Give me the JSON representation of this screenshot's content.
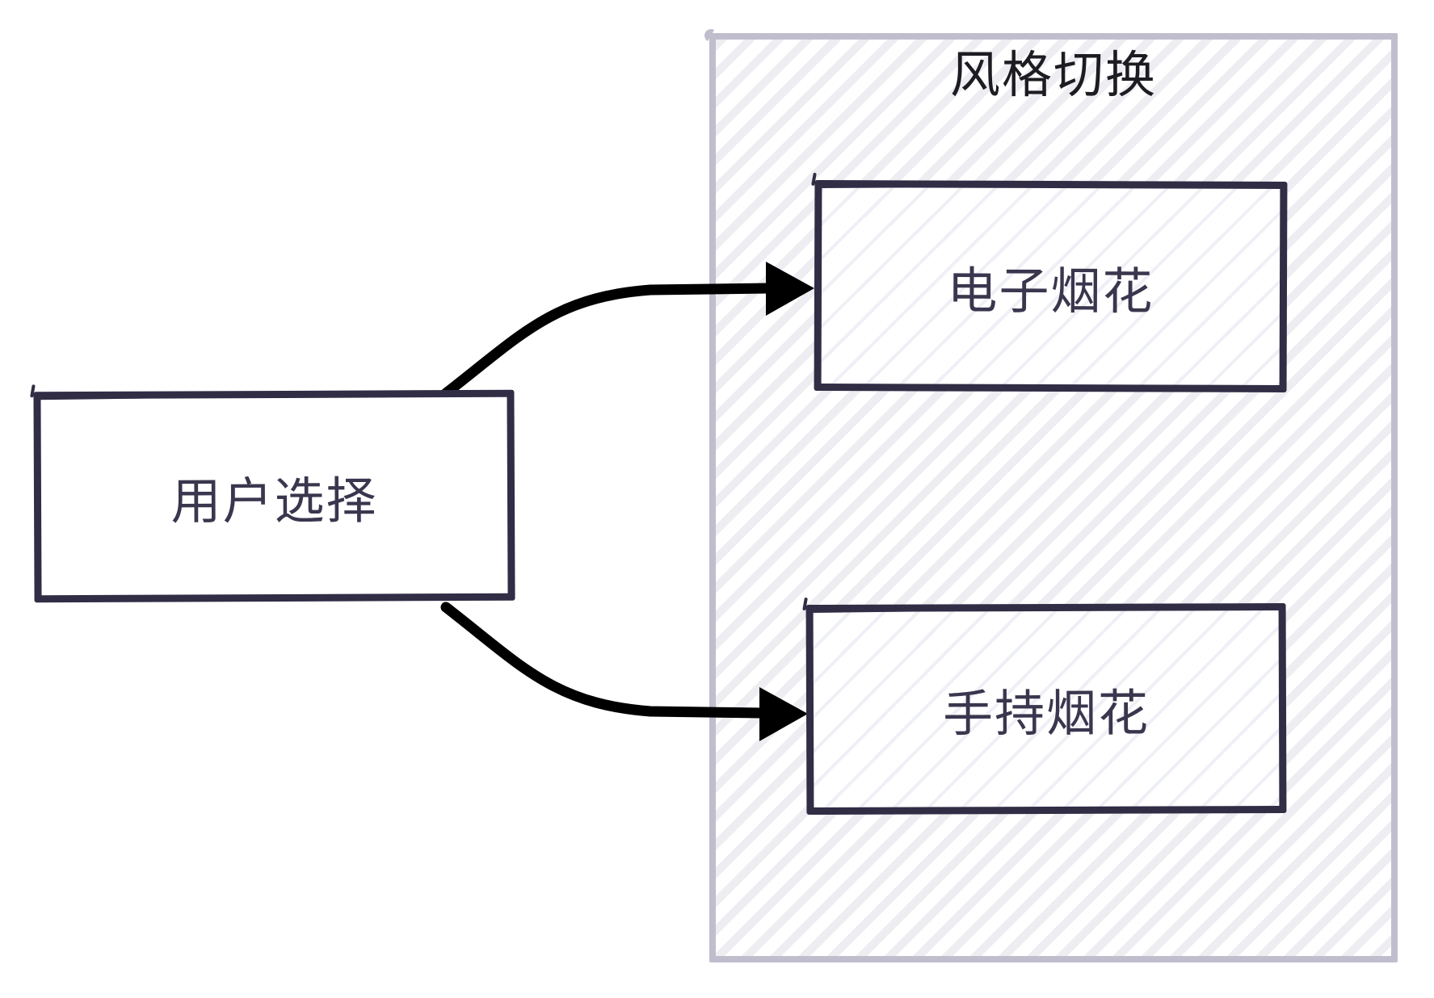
{
  "diagram": {
    "frame": {
      "title": "风格切换"
    },
    "nodes": [
      {
        "id": "user-choice",
        "label": "用户选择"
      },
      {
        "id": "electronic-fireworks",
        "label": "电子烟花"
      },
      {
        "id": "handheld-fireworks",
        "label": "手持烟花"
      }
    ],
    "edges": [
      {
        "from": "user-choice",
        "to": "electronic-fireworks"
      },
      {
        "from": "user-choice",
        "to": "handheld-fireworks"
      }
    ],
    "colors": {
      "ink": "#312d45",
      "text": "#3a364e",
      "title_text": "#1c1c22",
      "frame_border": "#c0becd",
      "hatch": "#ededf2",
      "node_hatch": "#eef0f6",
      "arrow": "#000000",
      "canvas_bg": "#ffffff"
    }
  }
}
